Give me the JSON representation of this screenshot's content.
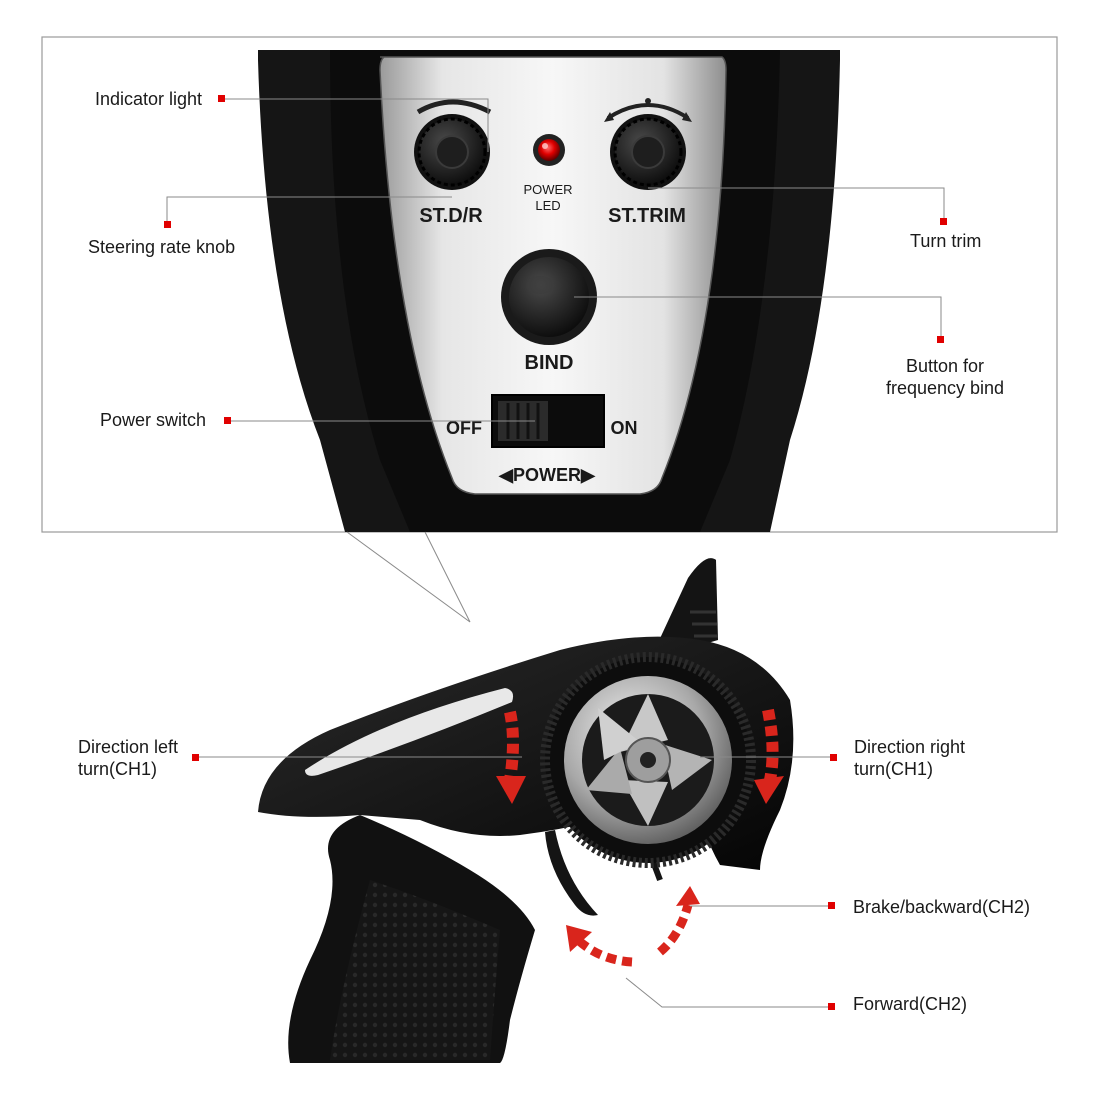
{
  "colors": {
    "accent_red": "#e00000",
    "arrow_red": "#d9251c",
    "body_black": "#111111",
    "panel_silver": "#dcdcdc",
    "leader_gray": "#8a8a8a"
  },
  "panel": {
    "knob_left_label": "ST.D/R",
    "knob_right_label": "ST.TRIM",
    "led_label_line1": "POWER",
    "led_label_line2": "LED",
    "bind_label": "BIND",
    "switch_off": "OFF",
    "switch_on": "ON",
    "power_label": "◀POWER▶"
  },
  "callouts": {
    "indicator_light": "Indicator light",
    "steering_rate_knob": "Steering rate knob",
    "turn_trim": "Turn trim",
    "bind_button": "Button for\nfrequency bind",
    "power_switch": "Power switch",
    "direction_left": "Direction left\nturn(CH1)",
    "direction_right": "Direction right\nturn(CH1)",
    "brake_backward": "Brake/backward(CH2)",
    "forward": "Forward(CH2)"
  },
  "icons": [
    "steering-wheel-icon",
    "trigger-icon",
    "rotate-arrow-icon",
    "led-icon",
    "knob-icon",
    "switch-icon"
  ]
}
